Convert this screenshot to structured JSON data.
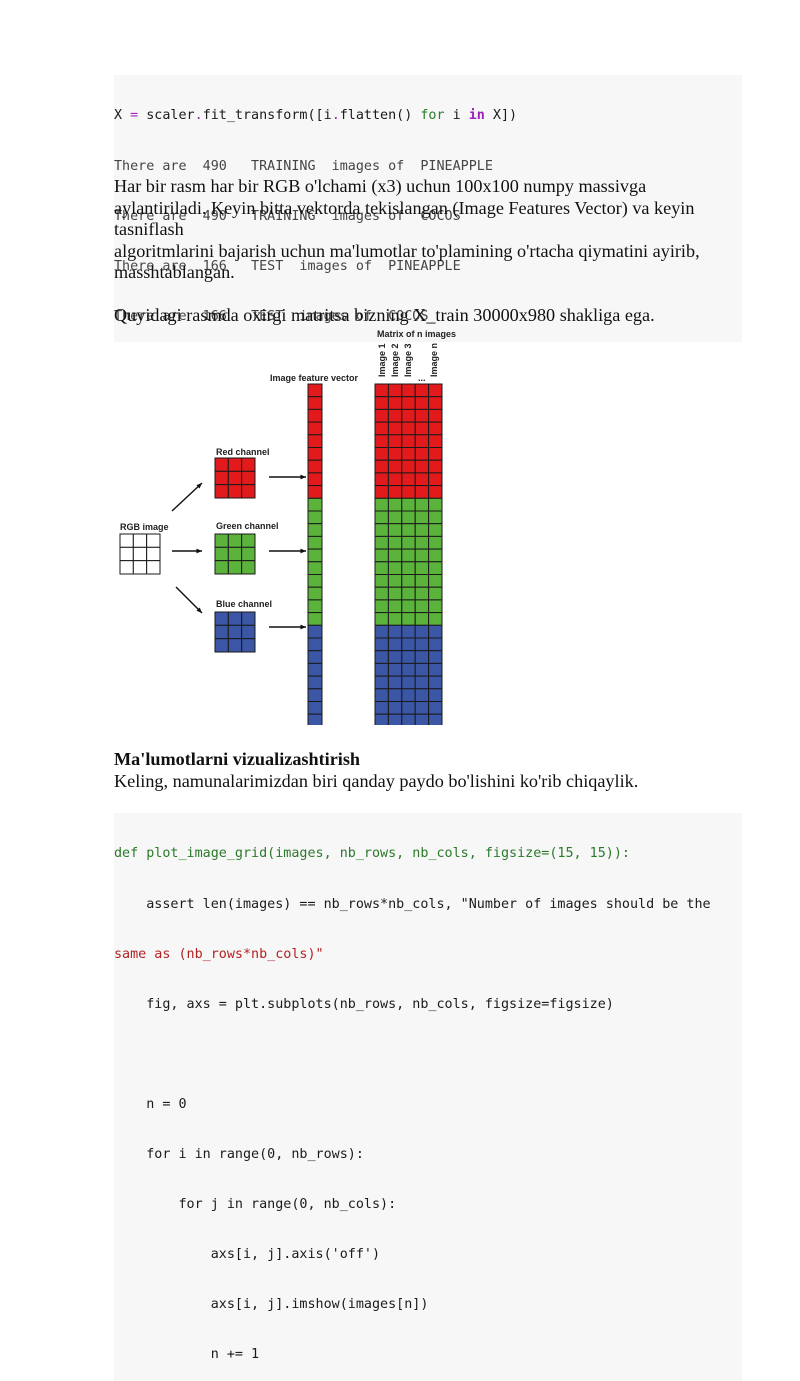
{
  "code1": {
    "line1": [
      "X",
      " = ",
      "scaler",
      ".",
      "fit_transform([i",
      ".",
      "flatten() ",
      "for",
      " i ",
      "in",
      " X])"
    ],
    "outputs": [
      "There are  490   TRAINING  images of  PINEAPPLE",
      "There are  490   TRAINING  images of  COCOS",
      "There are  166   TEST  images of  PINEAPPLE",
      "There are  166   TEST  images of  COCOS"
    ]
  },
  "para1": {
    "lines": [
      "Har bir rasm har bir RGB o'lchami (x3) uchun 100x100 numpy massivga",
      "aylantiriladi. Keyin bitta vektorda tekislangan (Image Features Vector) va keyin",
      "tasniflash",
      "algoritmlarini bajarish uchun ma'lumotlar to'plamining o'rtacha qiymatini ayirib,",
      "masshtablangan."
    ]
  },
  "para2": "Quyidagi rasmda oxirgi matritsa bizning X_train 30000x980 shakliga ega.",
  "figure": {
    "matrix_title": "Matrix of n images",
    "vector_title": "Image feature vector",
    "rgb_label": "RGB image",
    "red_label": "Red channel",
    "green_label": "Green channel",
    "blue_label": "Blue channel",
    "col_labels": [
      "Image 1",
      "Image 2",
      "Image 3",
      "...",
      "Image n"
    ],
    "colors": {
      "red": "#e31a1c",
      "green": "#5cb33c",
      "blue": "#3a56a5",
      "grid": "#1a1a1a"
    }
  },
  "section": {
    "heading": "Ma'lumotlarni vizualizashtirish",
    "text": "Keling, namunalarimizdan biri qanday paydo bo'lishini ko'rib chiqaylik."
  },
  "code2": {
    "lines": [
      "def plot_image_grid(images, nb_rows, nb_cols, figsize=(15, 15)):",
      "    assert len(images) == nb_rows*nb_cols, \"Number of images should be the",
      "same as (nb_rows*nb_cols)\"",
      "    fig, axs = plt.subplots(nb_rows, nb_cols, figsize=figsize)",
      "",
      "    n = 0",
      "    for i in range(0, nb_rows):",
      "        for j in range(0, nb_cols):",
      "            axs[i, j].axis('off')",
      "            axs[i, j].imshow(images[n])",
      "            n += 1"
    ]
  }
}
